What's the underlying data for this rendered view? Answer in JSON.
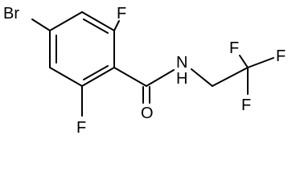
{
  "molecule": {
    "atoms": {
      "br": "Br",
      "f_top": "F",
      "f_bottom": "F",
      "n": "N",
      "h": "H",
      "o": "O",
      "cf3_f_left": "F",
      "cf3_f_right": "F",
      "cf3_f_bottom": "F"
    }
  },
  "colors": {
    "bond": "#000000",
    "label": "#000000",
    "background": "#ffffff"
  }
}
